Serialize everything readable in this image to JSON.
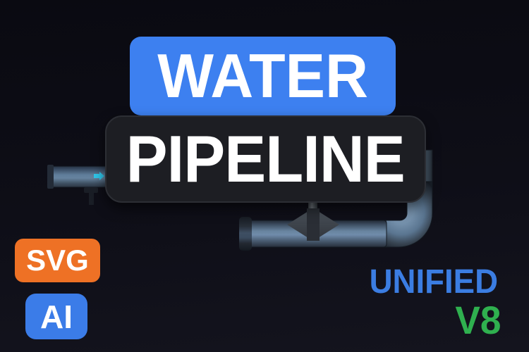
{
  "background": {
    "top_color": "#0a0a11",
    "bottom_color": "#14141e"
  },
  "title": {
    "word1": "WATER",
    "word2": "PIPELINE",
    "word1_bg": "#3d80f0",
    "word2_bg": "#1d1e23",
    "text_color": "#ffffff"
  },
  "badges": [
    {
      "label": "SVG",
      "bg": "#ee7125",
      "text_color": "#ffffff"
    },
    {
      "label": "AI",
      "bg": "#3b7ce8",
      "text_color": "#ffffff"
    }
  ],
  "corner": {
    "line1": "UNIFIED",
    "line1_color": "#3b7de2",
    "line2": "V8",
    "line2_color": "#2fb04f"
  },
  "illustration": {
    "pipe_light": "#708cab",
    "pipe_dark": "#232b36",
    "valve_color": "#3a4047",
    "flow_arrow_color": "#2fc6ea"
  }
}
